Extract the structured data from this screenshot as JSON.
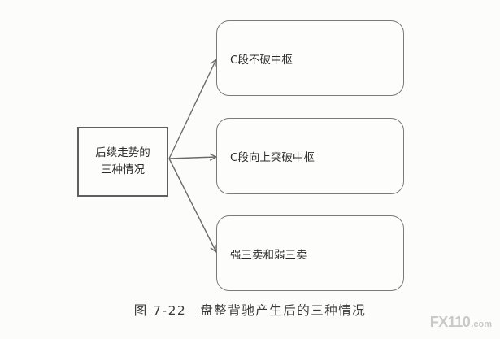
{
  "diagram": {
    "source": {
      "label": "后续走势的三种情况"
    },
    "targets": [
      {
        "label": "C段不破中枢"
      },
      {
        "label": "C段向上突破中枢"
      },
      {
        "label": "强三卖和弱三卖"
      }
    ],
    "line_color": "#6a6a6a"
  },
  "caption": "图 7-22　盘整背驰产生后的三种情况",
  "watermark": {
    "mark": "FX110",
    "domain": ".com"
  }
}
